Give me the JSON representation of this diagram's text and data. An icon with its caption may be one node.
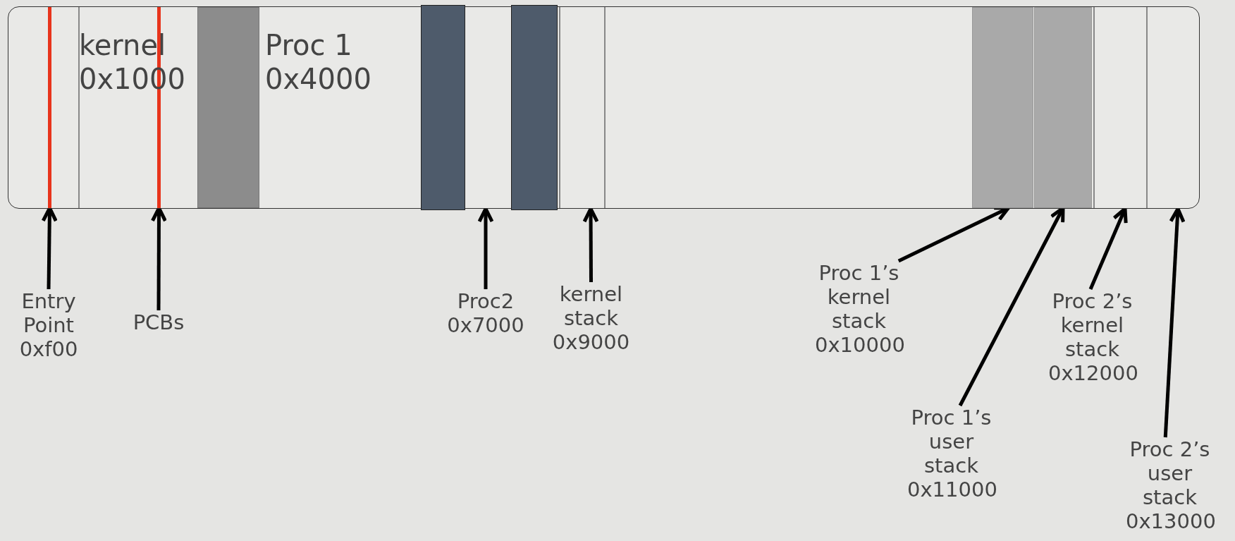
{
  "diagram": {
    "nodes": [
      {
        "text": [],
        "shape": "box"
      },
      {
        "text": [],
        "shape": "bar",
        "in": 0
      },
      {
        "text": [],
        "shape": "bar",
        "in": 0
      },
      {
        "text": [],
        "shape": "box",
        "in": 0
      },
      {
        "text": [],
        "shape": "box",
        "in": 0
      },
      {
        "text": [],
        "shape": "box",
        "in": 0
      },
      {
        "text": [],
        "shape": "box",
        "in": 0
      },
      {
        "text": [],
        "shape": "box",
        "in": 0
      },
      {
        "text": [
          "Entry Point 0xf00"
        ]
      },
      {
        "text": [
          "PCBs"
        ]
      },
      {
        "text": [
          "Proc2 0x7000"
        ]
      },
      {
        "text": [
          "kernel stack 0x9000"
        ]
      },
      {
        "text": [
          "Proc 1’s kernel stack 0x10000"
        ]
      },
      {
        "text": [
          "Proc 1’s user stack 0x11000"
        ]
      },
      {
        "text": [
          "Proc 2’s kernel stack 0x12000"
        ]
      },
      {
        "text": [
          "Proc 2’s user stack 0x13000"
        ]
      }
    ],
    "edges": [
      {
        "from": 8,
        "to": 1,
        "arrow": "to"
      },
      {
        "from": 9,
        "to": 2,
        "arrow": "to"
      },
      {
        "from": 10,
        "to": 0,
        "arrow": "to"
      },
      {
        "from": 11,
        "to": 0,
        "arrow": "to"
      },
      {
        "from": 12,
        "to": 6,
        "arrow": "to"
      },
      {
        "from": 13,
        "to": 7,
        "arrow": "to"
      },
      {
        "from": 14,
        "to": 0,
        "arrow": "to"
      },
      {
        "from": 15,
        "to": 0,
        "arrow": "to"
      }
    ],
    "labels": [
      "kernel 0x1000",
      "Proc 1 0x4000"
    ]
  }
}
